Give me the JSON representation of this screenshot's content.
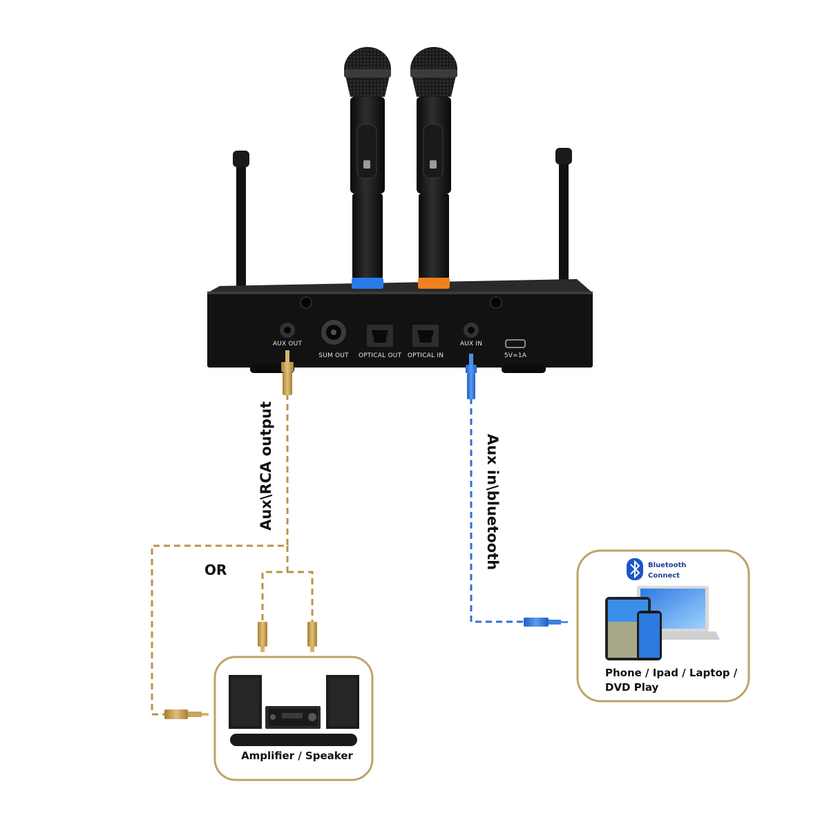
{
  "ports": {
    "aux_out": "AUX OUT",
    "sum_out": "SUM OUT",
    "optical_out": "OPTICAL OUT",
    "optical_in": "OPTICAL IN",
    "aux_in": "AUX IN",
    "usb": "5V=1A"
  },
  "labels": {
    "aux_rca_output": "Aux\\RCA output",
    "aux_in_bluetooth": "Aux in\\bluetooth",
    "or": "OR"
  },
  "amplifier_box": {
    "caption": "Amplifier / Speaker"
  },
  "device_box": {
    "bluetooth_line1": "Bluetooth",
    "bluetooth_line2": "Connect",
    "caption_line1": "Phone / Ipad / Laptop /",
    "caption_line2": "DVD Play"
  },
  "colors": {
    "gold": "#b89447",
    "blue": "#2f6fd6",
    "receiver": "#121212",
    "box_border": "#bfa366"
  }
}
